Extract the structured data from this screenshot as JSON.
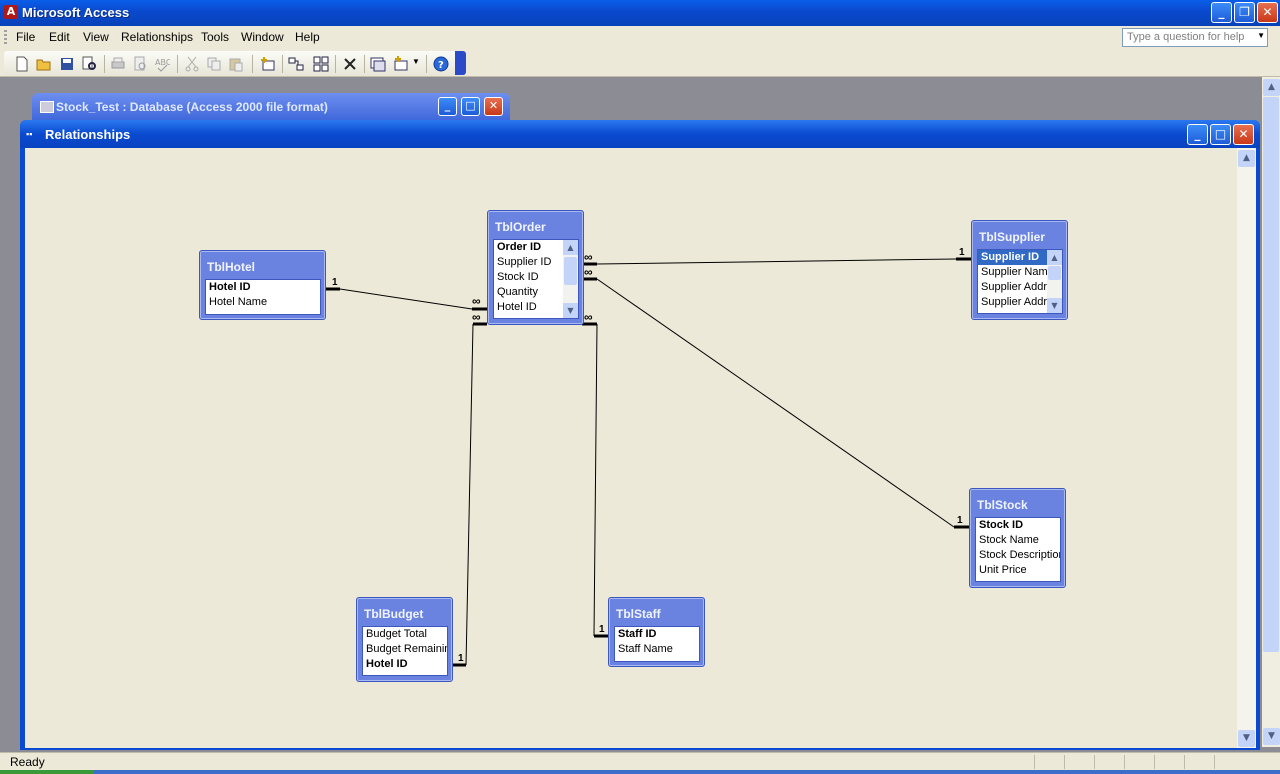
{
  "app": {
    "title": "Microsoft Access",
    "icon": "access-app-icon",
    "controls": [
      "_",
      "❐",
      "✕"
    ]
  },
  "menubar": {
    "items": [
      "File",
      "Edit",
      "View",
      "Relationships",
      "Tools",
      "Window",
      "Help"
    ],
    "help_placeholder": "Type a question for help"
  },
  "toolbar": {
    "buttons": [
      "new-icon",
      "open-icon",
      "save-icon",
      "file-search-icon",
      "print-icon",
      "print-preview-icon",
      "spelling-icon",
      "cut-icon",
      "copy-icon",
      "paste-icon",
      "show-table-icon",
      "show-direct-icon",
      "show-all-icon",
      "delete-icon",
      "database-window-icon",
      "new-object-icon",
      "help-icon"
    ]
  },
  "db_window": {
    "title": "Stock_Test : Database (Access 2000 file format)"
  },
  "rel_window": {
    "title": "Relationships"
  },
  "tables": {
    "hotel": {
      "name": "TblHotel",
      "fields": [
        "Hotel ID",
        "Hotel Name"
      ]
    },
    "order": {
      "name": "TblOrder",
      "fields": [
        "Order ID",
        "Supplier ID",
        "Stock ID",
        "Quantity",
        "Hotel ID"
      ]
    },
    "supplier": {
      "name": "TblSupplier",
      "fields": [
        "Supplier ID",
        "Supplier Name",
        "Supplier Addre",
        "Supplier Addre"
      ]
    },
    "stock": {
      "name": "TblStock",
      "fields": [
        "Stock ID",
        "Stock Name",
        "Stock Description",
        "Unit Price"
      ]
    },
    "budget": {
      "name": "TblBudget",
      "fields": [
        "Budget Total",
        "Budget Remaining",
        "Hotel ID"
      ]
    },
    "staff": {
      "name": "TblStaff",
      "fields": [
        "Staff ID",
        "Staff Name"
      ]
    }
  },
  "relationships": [
    {
      "from": "TblHotel.Hotel ID",
      "to": "TblOrder.Hotel ID",
      "one": "1",
      "many": "∞"
    },
    {
      "from": "TblSupplier.Supplier ID",
      "to": "TblOrder.Supplier ID",
      "one": "1",
      "many": "∞"
    },
    {
      "from": "TblStock.Stock ID",
      "to": "TblOrder.Stock ID",
      "one": "1",
      "many": "∞"
    },
    {
      "from": "TblBudget.Hotel ID",
      "to": "TblOrder.Hotel ID",
      "one": "1",
      "many": "∞"
    },
    {
      "from": "TblStaff.Staff ID",
      "to": "TblOrder",
      "one": "1",
      "many": "∞"
    }
  ],
  "status": {
    "text": "Ready"
  }
}
